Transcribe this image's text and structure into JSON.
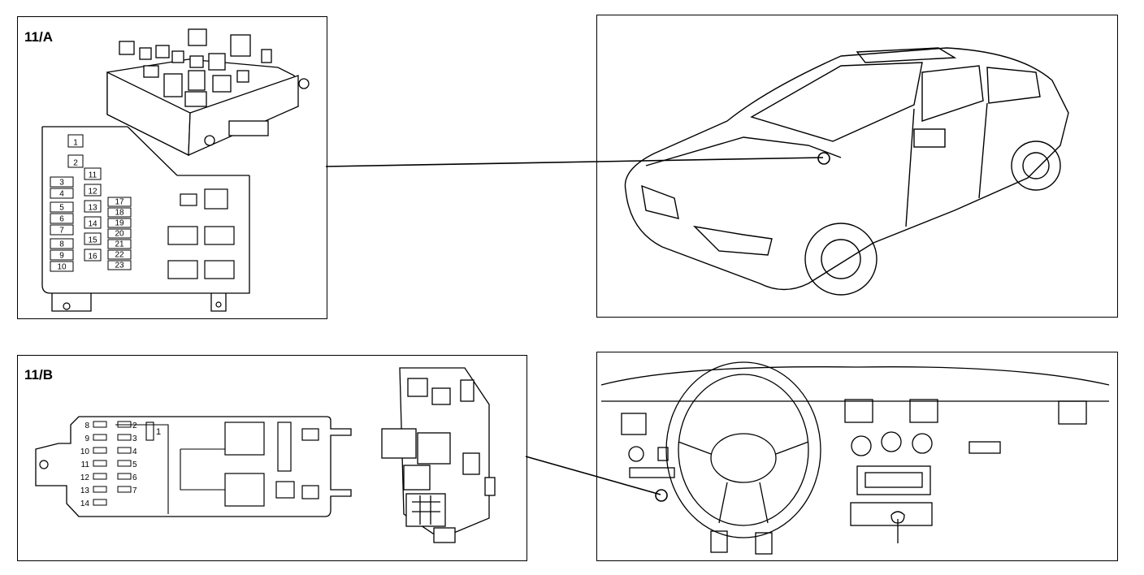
{
  "panel_a": {
    "label": "11/A",
    "fuses_col1": [
      "1",
      "2",
      "3",
      "4",
      "5",
      "6",
      "7",
      "8",
      "9",
      "10"
    ],
    "fuses_col2": [
      "11",
      "12",
      "13",
      "14",
      "15",
      "16"
    ],
    "fuses_col3": [
      "17",
      "18",
      "19",
      "20",
      "21",
      "22",
      "23"
    ]
  },
  "panel_b": {
    "label": "11/B",
    "fuses_left": [
      "8",
      "9",
      "10",
      "11",
      "12",
      "13",
      "14"
    ],
    "fuses_right": [
      "2",
      "3",
      "4",
      "5",
      "6",
      "7"
    ],
    "fuse_top": "1"
  }
}
